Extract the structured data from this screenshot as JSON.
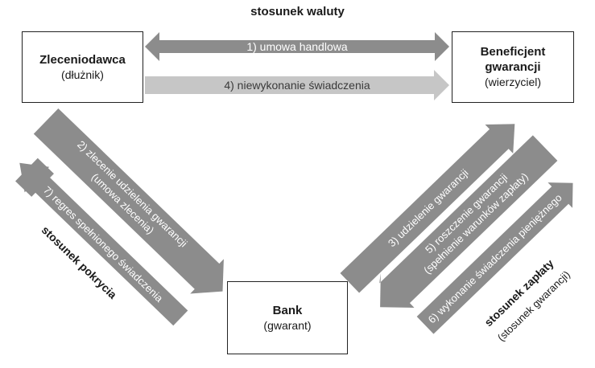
{
  "title": "stosunek waluty",
  "parties": {
    "principal": {
      "name": "Zleceniodawca",
      "role": "(dłużnik)"
    },
    "beneficiary": {
      "name_line1": "Beneficjent",
      "name_line2": "gwarancji",
      "role": "(wierzyciel)"
    },
    "bank": {
      "name": "Bank",
      "role": "(gwarant)"
    }
  },
  "arrows": {
    "a1": "1) umowa handlowa",
    "a4": "4) niewykonanie świadczenia",
    "a2_line1": "2) zlecenie udzielenia gwarancji",
    "a2_line2": "(umowa zlecenia)",
    "a7": "7) regres spełnionego świadczenia",
    "a3": "3) udzielenie gwarancji",
    "a5_line1": "5) roszczenie gwarancji",
    "a5_line2": "(spełnienie warunków zapłaty)",
    "a6": "6) wykonanie świadczenia pieniężnego"
  },
  "relations": {
    "cover": "stosunek pokrycia",
    "payment": "stosunek zapłaty",
    "payment_sub": "(stosunek gwarancji)"
  },
  "colors": {
    "dark_arrow": "#8c8c8c",
    "light_arrow": "#c6c6c6",
    "text": "#1a1a1a",
    "arrow_text": "#ffffff"
  }
}
